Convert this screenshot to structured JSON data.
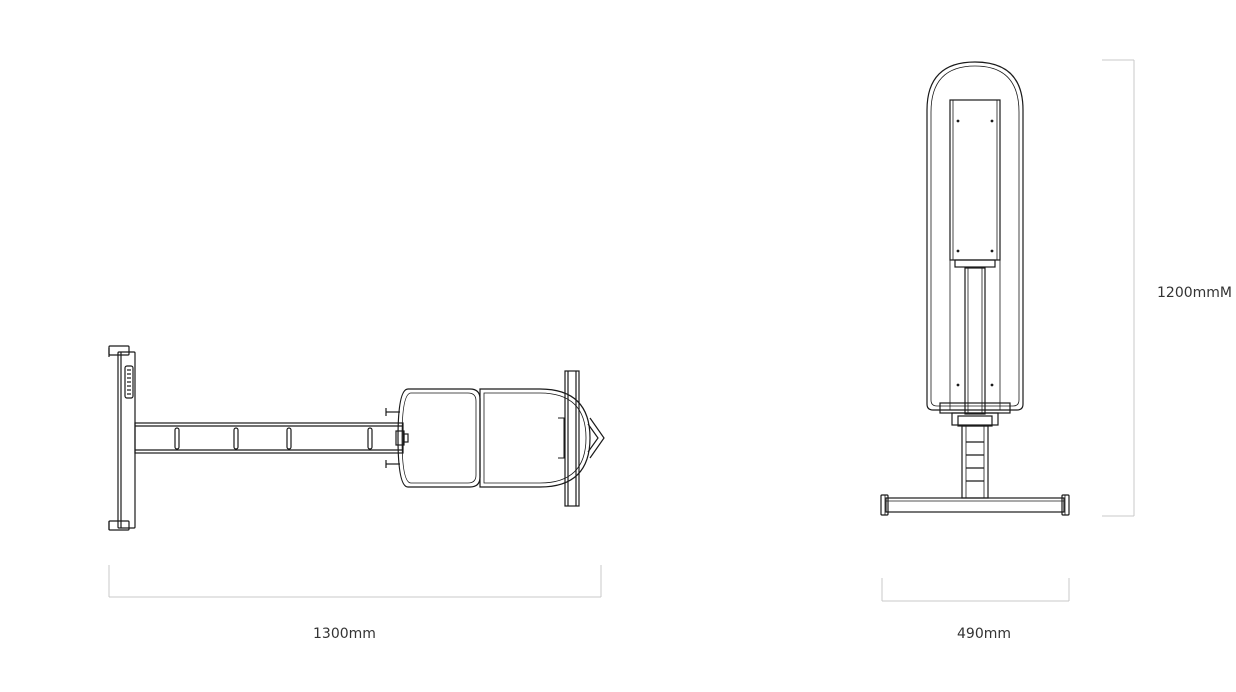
{
  "colors": {
    "line": "#1a1a1a",
    "dimension_line": "#c8c8c8",
    "label": "#333333",
    "background": "#ffffff"
  },
  "dimensions": {
    "width_label": "1300mm",
    "depth_label": "490mm",
    "height_label": "1200mmM"
  }
}
